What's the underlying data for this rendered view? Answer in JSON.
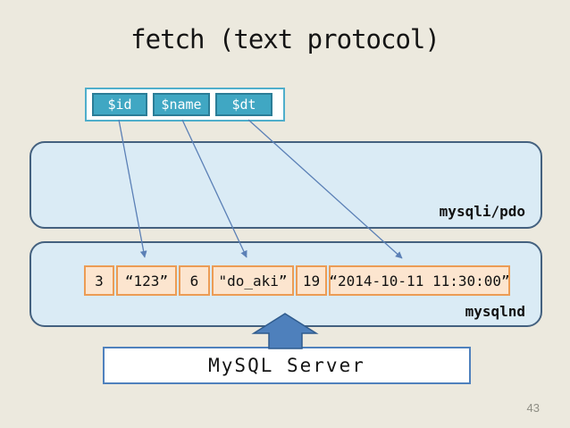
{
  "slide": {
    "title": "fetch (text protocol)",
    "page_number": "43"
  },
  "variables": {
    "items": [
      {
        "label": "$id"
      },
      {
        "label": "$name"
      },
      {
        "label": "$dt"
      }
    ]
  },
  "layers": {
    "client_api": {
      "label": "mysqli/pdo"
    },
    "driver": {
      "label": "mysqlnd"
    }
  },
  "buffer_row": {
    "cells": [
      {
        "value": "3"
      },
      {
        "value": "“123”"
      },
      {
        "value": "6"
      },
      {
        "value": "\"do_aki”"
      },
      {
        "value": "19"
      },
      {
        "value": "“2014-10-11 11:30:00”"
      }
    ]
  },
  "server": {
    "label": "MySQL Server"
  },
  "colors": {
    "background": "#ECE9DE",
    "accent_teal": "#40A7C3",
    "layer_fill": "#DAEBF5",
    "layer_border": "#44617F",
    "cell_fill": "#FCE5CF",
    "cell_border": "#EC9C55",
    "big_arrow_blue": "#4E80BC",
    "connector_blue": "#5B80B6"
  }
}
